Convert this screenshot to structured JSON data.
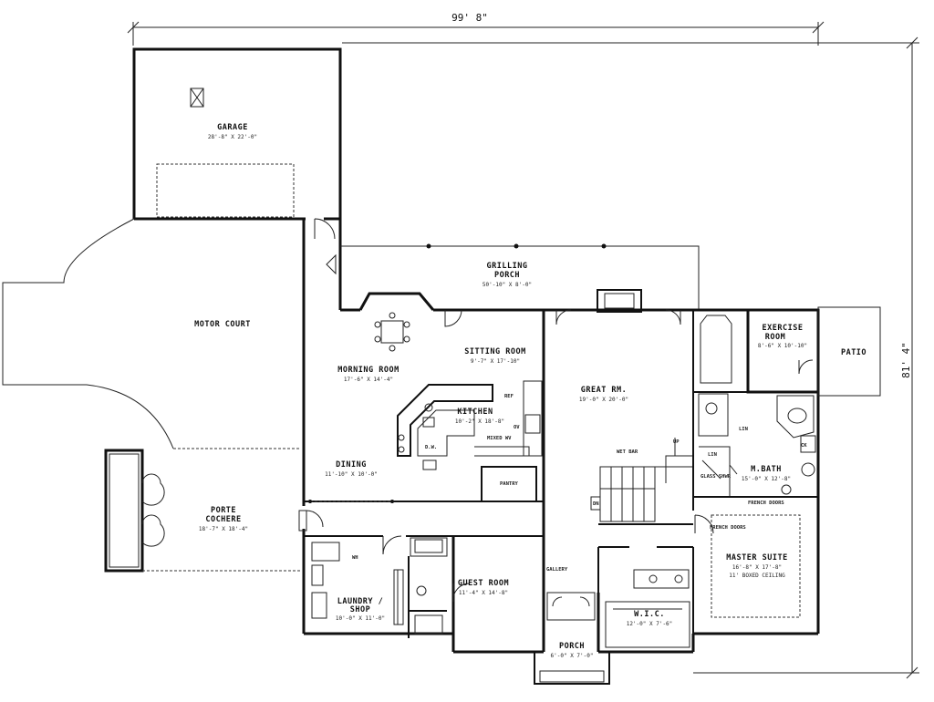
{
  "dimensions": {
    "overall_width": "99' 8\"",
    "overall_depth": "81' 4\""
  },
  "rooms": {
    "garage": {
      "name": "GARAGE",
      "size": "28'-8\" X 22'-0\""
    },
    "motor_court": {
      "name": "MOTOR COURT"
    },
    "grilling_porch": {
      "name_line1": "GRILLING",
      "name_line2": "PORCH",
      "size": "50'-10\" X 8'-0\""
    },
    "morning_room": {
      "name": "MORNING ROOM",
      "size": "17'-6\" X 14'-4\""
    },
    "sitting_room": {
      "name": "SITTING ROOM",
      "size": "9'-7\" X 17'-10\""
    },
    "kitchen": {
      "name": "KITCHEN",
      "size": "10'-2\" X 18'-8\""
    },
    "great_room": {
      "name": "GREAT RM.",
      "size": "19'-0\" X 20'-0\""
    },
    "exercise_room": {
      "name_line1": "EXERCISE",
      "name_line2": "ROOM",
      "size": "8'-6\" X 10'-10\""
    },
    "patio": {
      "name": "PATIO"
    },
    "dining": {
      "name": "DINING",
      "size": "11'-10\" X 10'-0\""
    },
    "porte_cochere": {
      "name_line1": "PORTE",
      "name_line2": "COCHERE",
      "size": "18'-7\" X 18'-4\""
    },
    "guest_room": {
      "name": "GUEST ROOM",
      "size": "11'-4\" X 14'-8\""
    },
    "laundry": {
      "name_line1": "LAUNDRY /",
      "name_line2": "SHOP",
      "size": "10'-0\" X 11'-0\""
    },
    "master_bath": {
      "name": "M.BATH",
      "size": "15'-0\" X 12'-8\""
    },
    "master_suite": {
      "name": "MASTER SUITE",
      "size1": "16'-8\" X 17'-8\"",
      "size2": "11' BOXED CEILING"
    },
    "wic": {
      "name": "W.I.C.",
      "size": "12'-0\" X 7'-6\""
    },
    "porch": {
      "name": "PORCH",
      "size": "6'-0\" X 7'-0\""
    }
  },
  "fixtures": {
    "wet_bar": "WET BAR",
    "pantry": "PANTRY",
    "mixed_ww": "MIXED WV",
    "ref": "REF",
    "dw": "D.W.",
    "up": "UP",
    "lin": "LIN",
    "lin2": "LIN",
    "glass_shwr": "GLASS SHWR",
    "french_doors_bath": "FRENCH DOORS",
    "french_doors_suite": "FRENCH DOORS",
    "gallery": "GALLERY",
    "wh": "WH",
    "dn": "DN",
    "ck": "CK",
    "oven": "OV"
  },
  "colors": {
    "line": "#111111",
    "background": "#ffffff"
  }
}
